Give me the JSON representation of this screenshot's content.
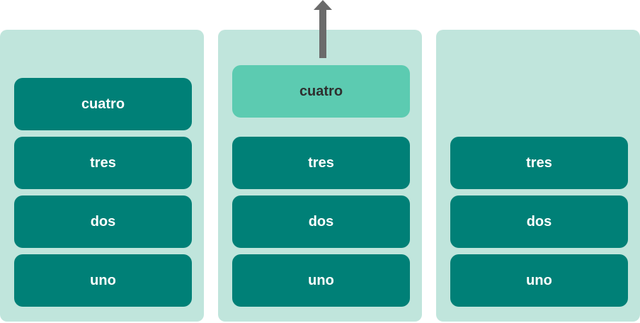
{
  "colors": {
    "panel_bg": "#c0e5dc",
    "block_bg": "#008077",
    "popping_bg": "#5ccbb1",
    "arrow": "#6b6b6b"
  },
  "icons": {
    "arrow": "up-arrow-icon"
  },
  "stacks": [
    {
      "items": [
        "cuatro",
        "tres",
        "dos",
        "uno"
      ]
    },
    {
      "popping": "cuatro",
      "items": [
        "tres",
        "dos",
        "uno"
      ]
    },
    {
      "items": [
        "tres",
        "dos",
        "uno"
      ]
    }
  ]
}
